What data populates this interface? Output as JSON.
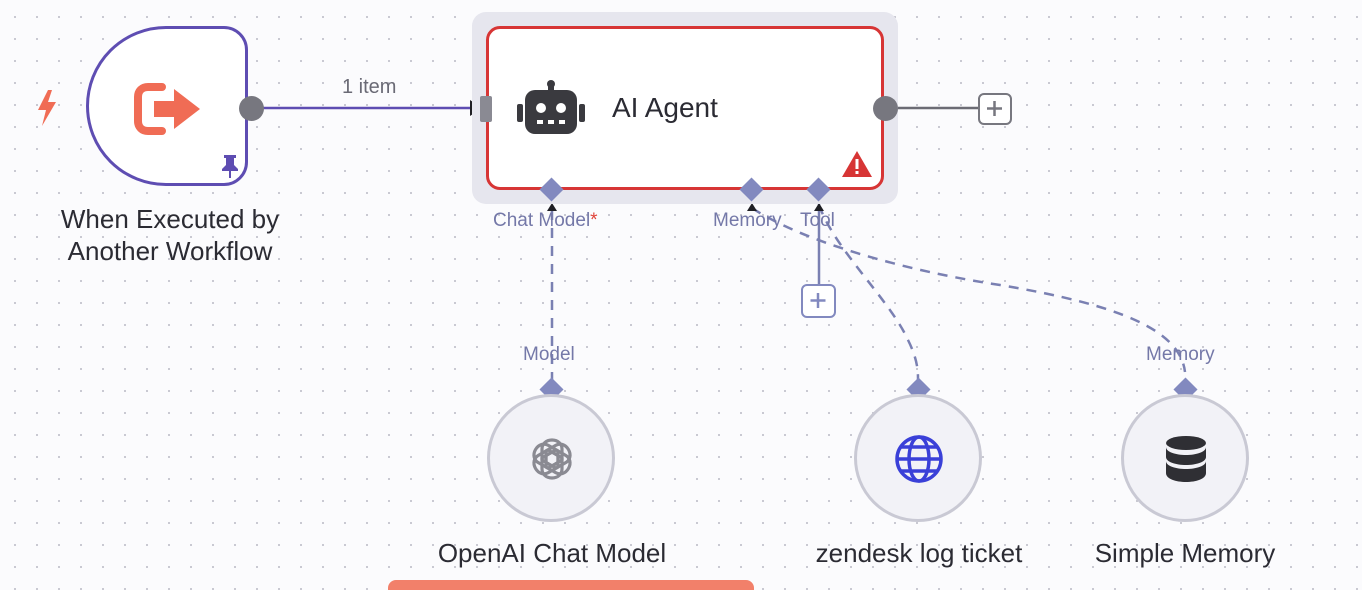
{
  "trigger": {
    "label": "When Executed by Another Workflow"
  },
  "connection": {
    "items_label": "1 item"
  },
  "agent": {
    "title": "AI Agent",
    "ports": {
      "chat_model": "Chat Model",
      "chat_model_required": "*",
      "memory": "Memory",
      "tool": "Tool"
    }
  },
  "subnodes": [
    {
      "name": "OpenAI Chat Model",
      "port_label": "Model",
      "icon": "openai-icon"
    },
    {
      "name": "zendesk log ticket",
      "port_label": "",
      "icon": "globe-icon"
    },
    {
      "name": "Simple Memory",
      "port_label": "Memory",
      "icon": "database-icon"
    }
  ],
  "colors": {
    "trigger_border": "#5e4db2",
    "trigger_icon": "#f06c55",
    "agent_error_border": "#d73535",
    "subnode_port": "#8289bf",
    "connection_main": "#5e4db2",
    "connection_sub": "#7a80b2"
  }
}
